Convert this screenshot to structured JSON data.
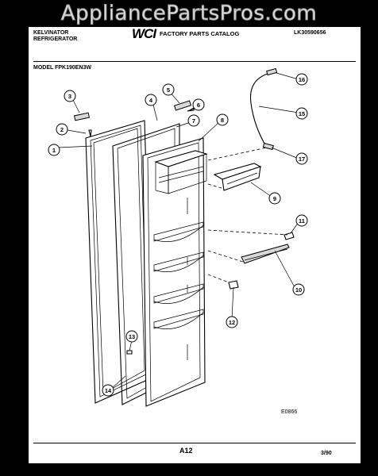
{
  "watermark": "AppliancePartsPros.com",
  "header": {
    "brand": "KELVINATOR",
    "product": "REFRIGERATOR",
    "logo_text": "WCI",
    "catalog_title": "FACTORY PARTS CATALOG",
    "catalog_number": "LK30590656",
    "model_line": "MODEL FPK190EN3W"
  },
  "diagram": {
    "callouts": [
      "1",
      "2",
      "3",
      "4",
      "5",
      "6",
      "7",
      "8",
      "9",
      "10",
      "11",
      "12",
      "13",
      "14",
      "15",
      "16",
      "17"
    ],
    "figure_code": "E0866"
  },
  "footer": {
    "page": "A12",
    "date": "3/90"
  }
}
